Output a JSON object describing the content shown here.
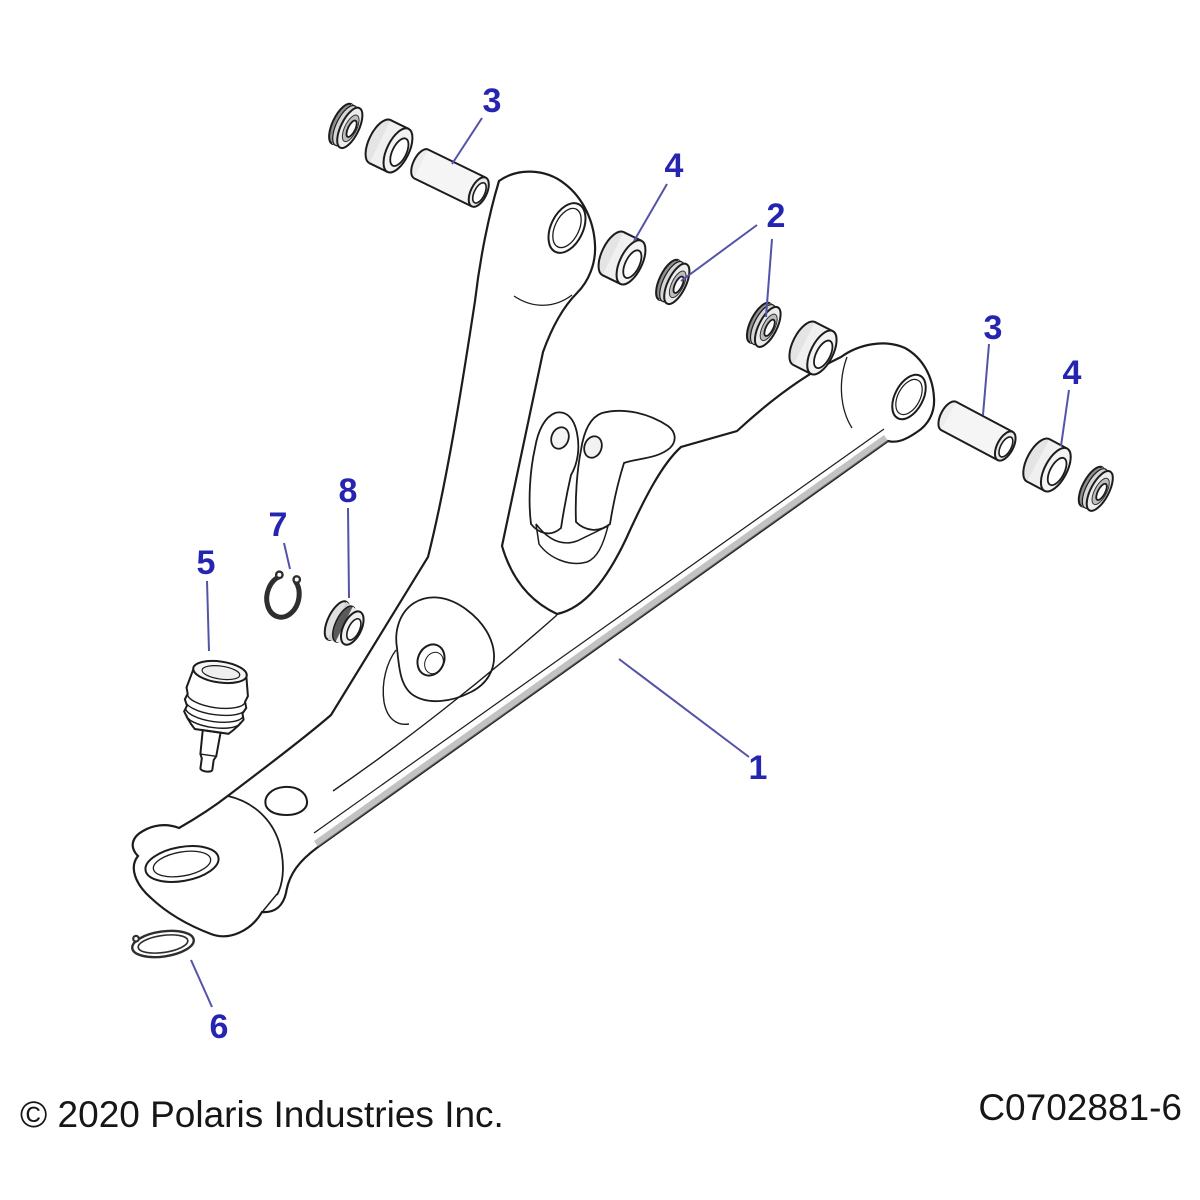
{
  "page": {
    "kind": "exploded-parts-diagram",
    "background": "#ffffff"
  },
  "diagram": {
    "callouts": {
      "c1": "1",
      "c2": "2",
      "c3a": "3",
      "c3b": "3",
      "c4a": "4",
      "c4b": "4",
      "c5": "5",
      "c6": "6",
      "c7": "7",
      "c8": "8"
    },
    "colors": {
      "callout_text": "#2525b2",
      "leader_line": "#5353a8",
      "artwork_line": "#1c1c1c"
    }
  },
  "footer": {
    "copyright": "© 2020 Polaris Industries Inc.",
    "drawing_number": "C0702881-6"
  }
}
